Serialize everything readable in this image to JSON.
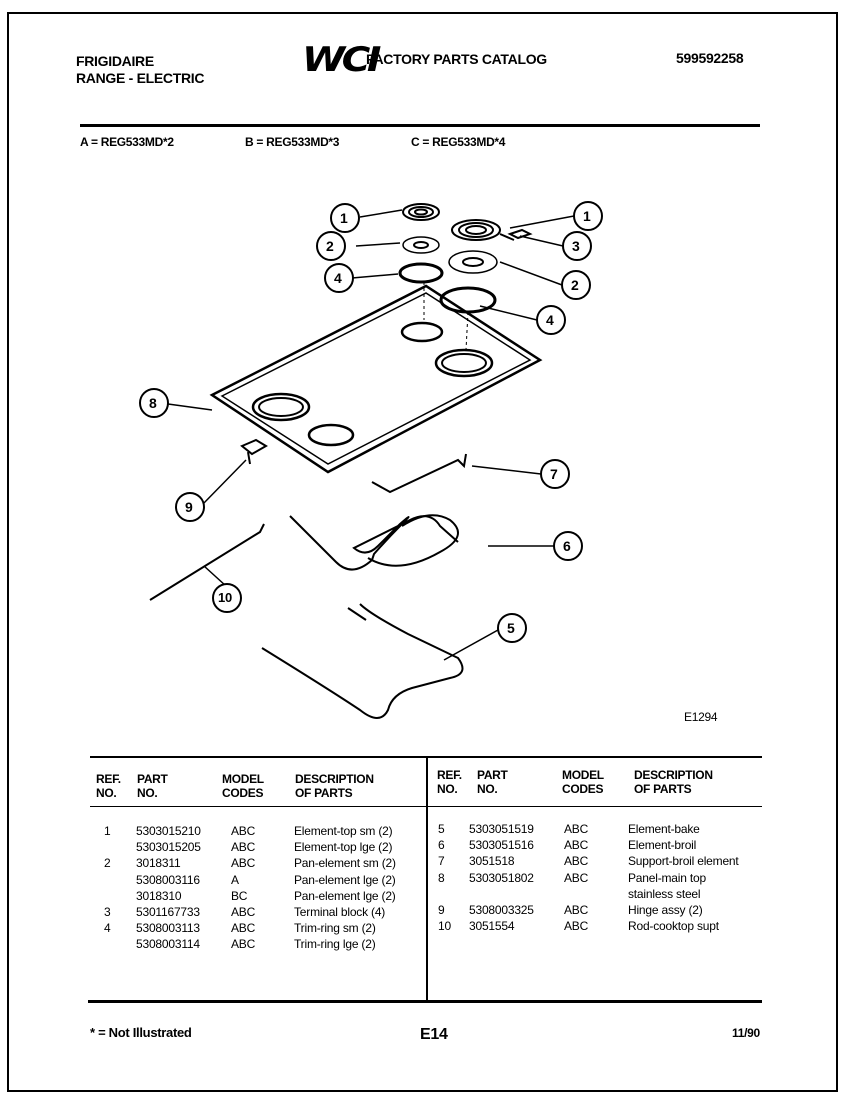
{
  "header": {
    "brand_line1": "FRIGIDAIRE",
    "brand_line2": "RANGE - ELECTRIC",
    "logo_text": "WCI",
    "catalog_title": "FACTORY PARTS CATALOG",
    "doc_number": "599592258"
  },
  "models": [
    "A = REG533MD*2",
    "B = REG533MD*3",
    "C = REG533MD*4"
  ],
  "diagram": {
    "code": "E1294",
    "callouts": [
      "1",
      "1",
      "2",
      "3",
      "2",
      "4",
      "4",
      "8",
      "7",
      "9",
      "6",
      "10",
      "5"
    ]
  },
  "table": {
    "headers": {
      "ref": "REF.\nNO.",
      "part": "PART\nNO.",
      "model": "MODEL\nCODES",
      "desc": "DESCRIPTION\nOF PARTS"
    },
    "left_rows": [
      {
        "ref": "1",
        "part": "5303015210",
        "codes": "ABC",
        "desc": "Element-top sm (2)"
      },
      {
        "ref": "",
        "part": "5303015205",
        "codes": "ABC",
        "desc": "Element-top lge (2)"
      },
      {
        "ref": "2",
        "part": "3018311",
        "codes": "ABC",
        "desc": "Pan-element sm (2)"
      },
      {
        "ref": "",
        "part": "5308003116",
        "codes": "A",
        "desc": "Pan-element lge (2)"
      },
      {
        "ref": "",
        "part": "3018310",
        "codes": "BC",
        "desc": "Pan-element lge (2)"
      },
      {
        "ref": "3",
        "part": "5301167733",
        "codes": "ABC",
        "desc": "Terminal block (4)"
      },
      {
        "ref": "4",
        "part": "5308003113",
        "codes": "ABC",
        "desc": "Trim-ring sm (2)"
      },
      {
        "ref": "",
        "part": "5308003114",
        "codes": "ABC",
        "desc": "Trim-ring lge (2)"
      }
    ],
    "right_rows": [
      {
        "ref": "5",
        "part": "5303051519",
        "codes": "ABC",
        "desc": "Element-bake"
      },
      {
        "ref": "6",
        "part": "5303051516",
        "codes": "ABC",
        "desc": "Element-broil"
      },
      {
        "ref": "7",
        "part": "3051518",
        "codes": "ABC",
        "desc": "Support-broil element"
      },
      {
        "ref": "8",
        "part": "5303051802",
        "codes": "ABC",
        "desc": "Panel-main top"
      },
      {
        "ref": "",
        "part": "",
        "codes": "",
        "desc": "stainless steel"
      },
      {
        "ref": "9",
        "part": "5308003325",
        "codes": "ABC",
        "desc": "Hinge assy (2)"
      },
      {
        "ref": "10",
        "part": "3051554",
        "codes": "ABC",
        "desc": "Rod-cooktop supt"
      }
    ]
  },
  "footer": {
    "note": "* = Not Illustrated",
    "page": "E14",
    "date": "11/90"
  }
}
